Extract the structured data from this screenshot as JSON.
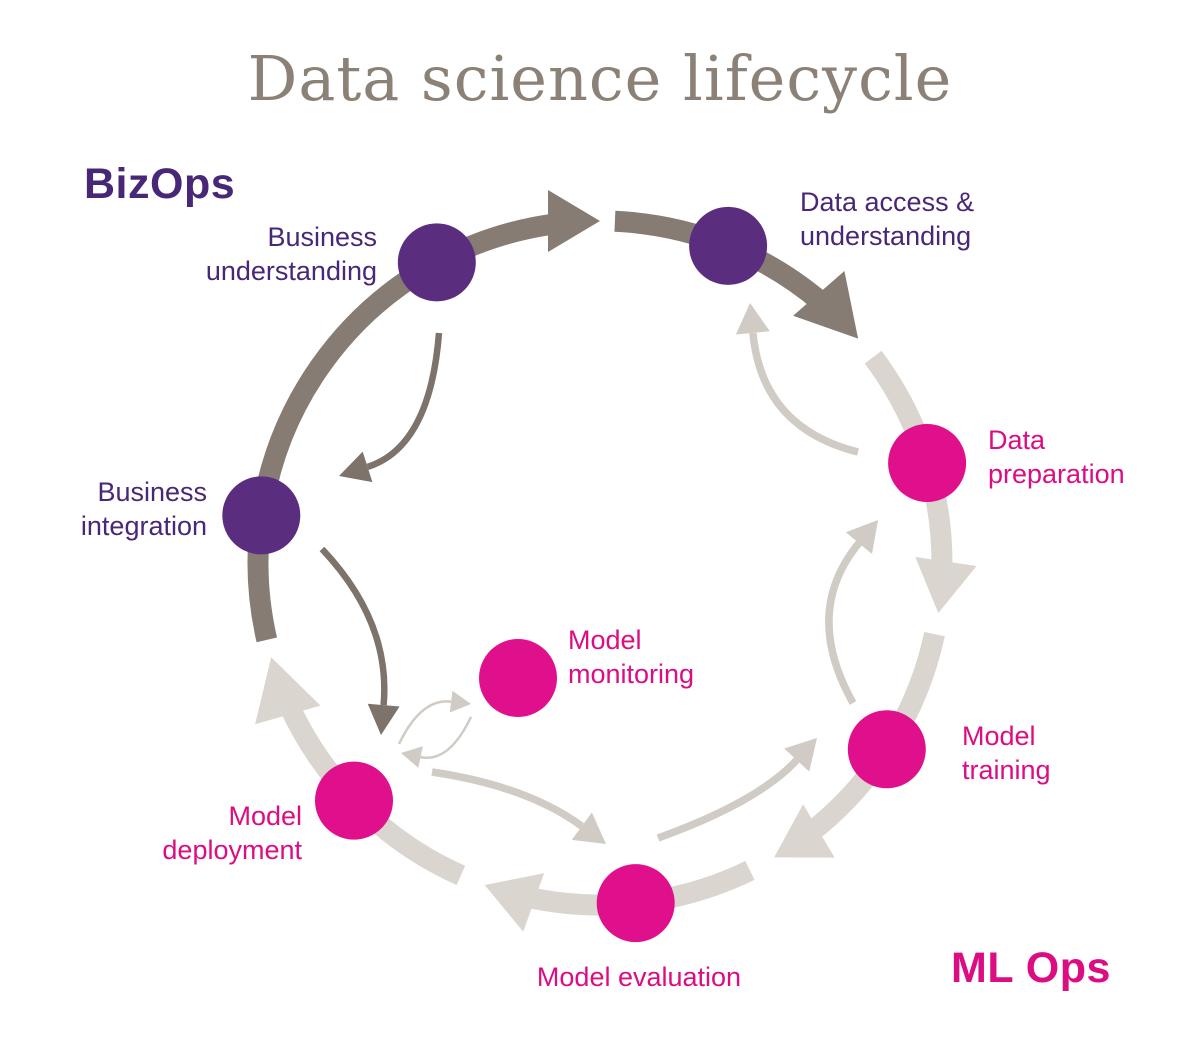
{
  "title": "Data science lifecycle",
  "groups": {
    "bizops": {
      "label": "BizOps"
    },
    "mlops": {
      "label": "ML Ops"
    }
  },
  "nodes": {
    "business_understanding": {
      "line1": "Business",
      "line2": "understanding"
    },
    "data_access": {
      "line1": "Data access &",
      "line2": "understanding"
    },
    "data_preparation": {
      "line1": "Data",
      "line2": "preparation"
    },
    "model_training": {
      "line1": "Model",
      "line2": "training"
    },
    "model_evaluation": {
      "line1": "Model evaluation"
    },
    "model_deployment": {
      "line1": "Model",
      "line2": "deployment"
    },
    "model_monitoring": {
      "line1": "Model",
      "line2": "monitoring"
    },
    "business_integration": {
      "line1": "Business",
      "line2": "integration"
    }
  },
  "colors": {
    "background": "#ffffff",
    "title_text": "#8b8177",
    "purple_text": "#482777",
    "magenta_text": "#dc0c83",
    "purple_node": "#5b2d7e",
    "magenta_node": "#e00f8c",
    "ring_dark": "#867c74",
    "ring_light": "#dad5cf",
    "inner_dark": "#7d736b",
    "inner_light": "#d0cbc5"
  }
}
